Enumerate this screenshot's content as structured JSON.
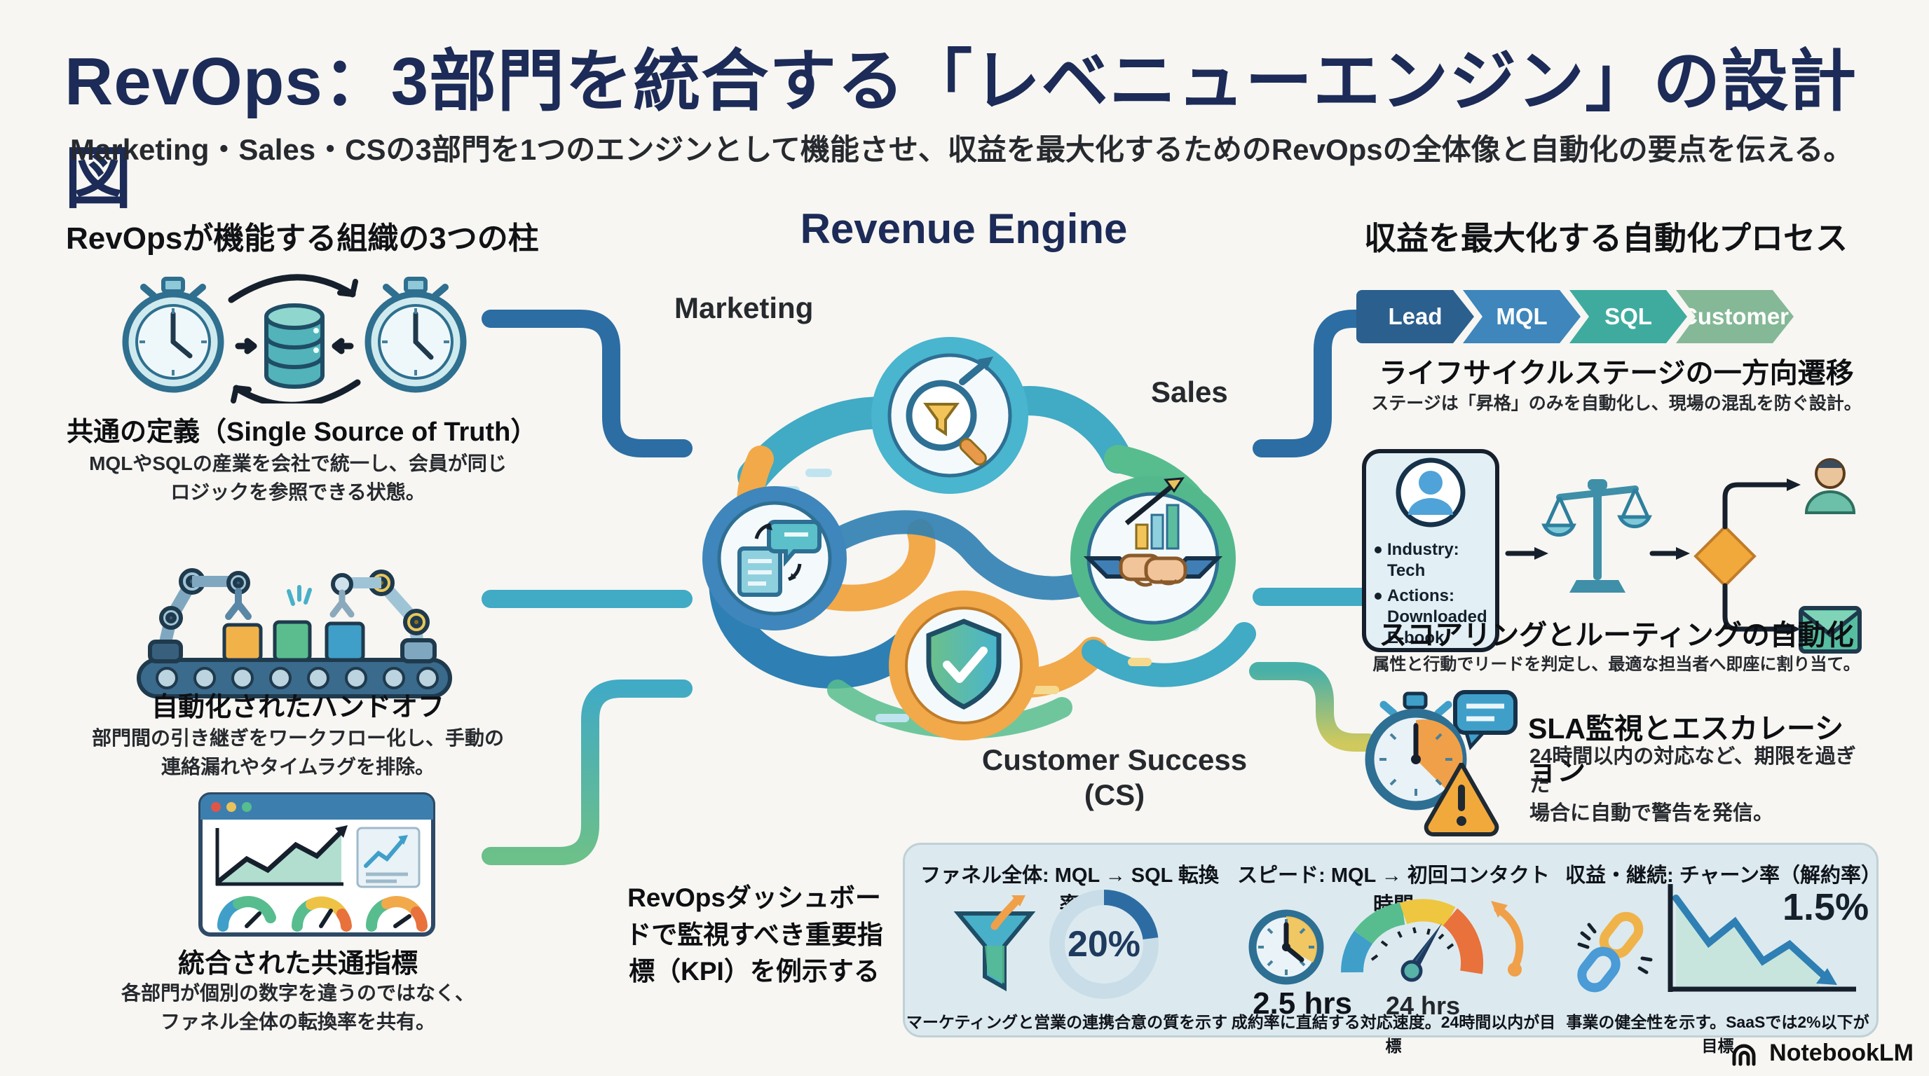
{
  "header": {
    "title": "RevOps：3部門を統合する「レベニューエンジン」の設計図",
    "subtitle": "Marketing・Sales・CSの3部門を1つのエンジンとして機能させ、収益を最大化するためのRevOpsの全体像と自動化の要点を伝える。"
  },
  "pillars": {
    "heading": "RevOpsが機能する組織の3つの柱",
    "items": [
      {
        "icon": "stopwatch-database-sync-icon",
        "title": "共通の定義（Single Source of Truth）",
        "body": "MQLやSQLの産業を会社で統一し、会員が同じ\nロジックを参照できる状態。"
      },
      {
        "icon": "robot-arms-conveyor-icon",
        "title": "自動化されたハンドオフ",
        "body": "部門間の引き継ぎをワークフロー化し、手動の\n連絡漏れやタイムラグを排除。"
      },
      {
        "icon": "dashboard-gauges-icon",
        "title": "統合された共通指標",
        "body": "各部門が個別の数字を違うのではなく、\nファネル全体の転換率を共有。"
      }
    ]
  },
  "engine": {
    "heading": "Revenue Engine",
    "marketing_label": "Marketing",
    "sales_label": "Sales",
    "cs_label": "Customer Success\n(CS)"
  },
  "automation": {
    "heading": "収益を最大化する自動化プロセス",
    "stages": [
      "Lead",
      "MQL",
      "SQL",
      "Customer"
    ],
    "stage_styles": [
      "background:#2b5f8e",
      "background:#3e86bb",
      "background:#3fab9f",
      "background:#85b896"
    ],
    "lifecycle": {
      "title": "ライフサイクルステージの一方向遷移",
      "body": "ステージは「昇格」のみを自動化し、現場の混乱を防ぐ設計。"
    },
    "scoring": {
      "title": "スコアリングとルーティングの自動化",
      "body": "属性と行動でリードを判定し、最適な担当者へ即座に割り当て。",
      "card_bullet_1": "Industry: Tech",
      "card_bullet_2": "Actions:\nDownloaded\nE-book"
    },
    "sla": {
      "title": "SLA監視とエスカレーション",
      "body": "24時間以内の対応など、期限を過ぎた\n場合に自動で警告を発信。"
    }
  },
  "kpi": {
    "intro": "RevOpsダッシュボー\nドで監視すべき重要指\n標（KPI）を例示する",
    "cards": [
      {
        "title": "ファネル全体: MQL → SQL 転換率",
        "value": "20%",
        "caption": "マーケティングと営業の連携合意の質を示す"
      },
      {
        "title": "スピード: MQL → 初回コンタクト時間",
        "value": "2.5 hrs",
        "target": "24 hrs",
        "caption": "成約率に直結する対応速度。24時間以内が目標"
      },
      {
        "title": "収益・継続: チャーン率（解約率）",
        "value": "1.5%",
        "caption": "事業の健全性を示す。SaaSでは2%以下が目標"
      }
    ]
  },
  "watermark": "NotebookLM",
  "colors": {
    "title_navy": "#1c2b57",
    "stage_lead": "#2b5f8e",
    "stage_mql": "#3e86bb",
    "stage_sql": "#3fab9f",
    "stage_customer": "#85b896",
    "connector_blue": "#2c6da3",
    "connector_teal": "#41aac4",
    "connector_green": "#57b98c",
    "kpi_panel_bg": "#dceaef",
    "donut_value": "#2d6ca3",
    "gauge_orange": "#e8713c",
    "accent_orange": "#f2a94a"
  }
}
